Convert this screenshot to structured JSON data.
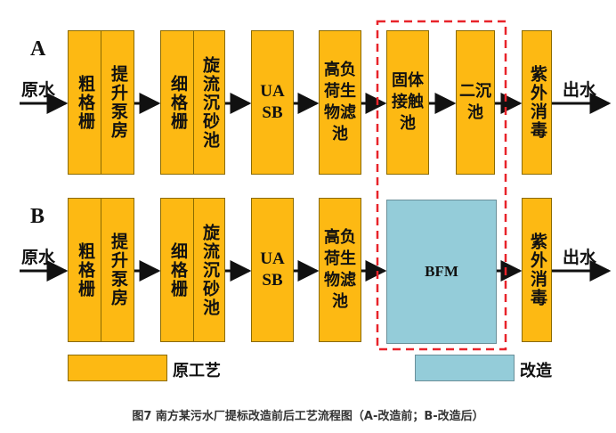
{
  "rows": {
    "a": {
      "tag": "A",
      "inlet": "原水",
      "outlet": "出水",
      "units": {
        "coarse_screen": "粗格栅",
        "lift_pump": "提升泵房",
        "fine_screen": "细格栅",
        "vortex_grit": "旋流沉砂池",
        "uasb": "UASB",
        "hl_filter": "高负荷生物滤池",
        "contact_tank": "固体接触池",
        "secondary_clarifier": "二沉池",
        "uv": "紫外消毒"
      }
    },
    "b": {
      "tag": "B",
      "inlet": "原水",
      "outlet": "出水",
      "units": {
        "coarse_screen": "粗格栅",
        "lift_pump": "提升泵房",
        "fine_screen": "细格栅",
        "vortex_grit": "旋流沉砂池",
        "uasb": "UASB",
        "hl_filter": "高负荷生物滤池",
        "bfm": "BFM",
        "uv": "紫外消毒"
      }
    }
  },
  "legend": {
    "original": "原工艺",
    "modified": "改造"
  },
  "caption": "图7 南方某污水厂提标改造前后工艺流程图（A-改造前；B-改造后）",
  "colors": {
    "original": "#fdb913",
    "modified": "#94ccd9",
    "highlight": "#e8232a"
  }
}
